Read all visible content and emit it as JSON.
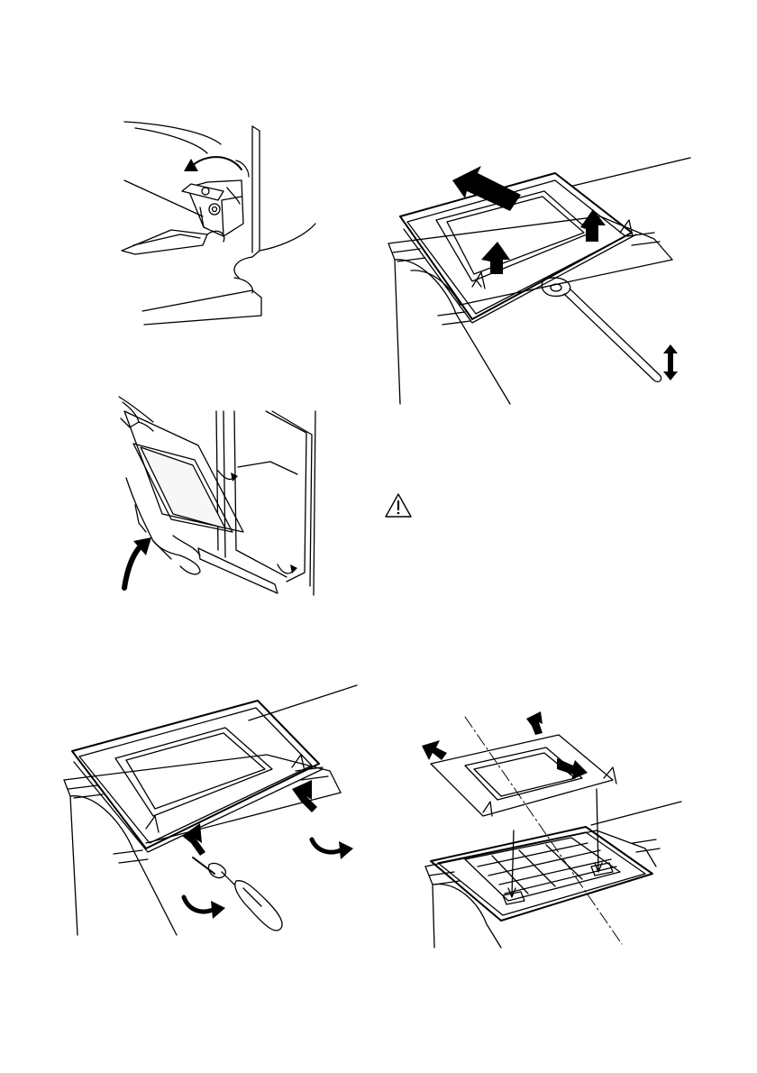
{
  "page": {
    "background": "#ffffff",
    "line_color": "#000000"
  },
  "figures": [
    {
      "id": "hinge-lever",
      "icon": "door-hinge-lever-icon"
    },
    {
      "id": "door-panel-lift-off",
      "icon": "glass-panel-lift-icon"
    },
    {
      "id": "door-tilt-remove",
      "icon": "door-tilt-icon"
    },
    {
      "id": "screwdriver-door-top",
      "icon": "screwdriver-icon"
    },
    {
      "id": "glass-panel-insert",
      "icon": "glass-panel-insert-icon"
    }
  ],
  "warning": {
    "icon": "warning-triangle-icon"
  }
}
